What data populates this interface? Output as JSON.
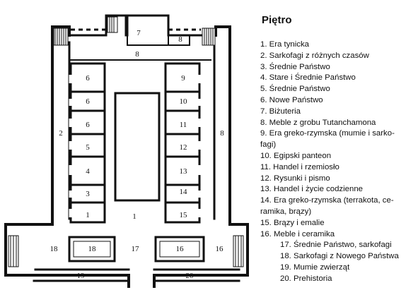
{
  "legend": {
    "title": "Piętro",
    "items": [
      "1. Era tynicka",
      "2. Sarkofagi z różnych czasów",
      "3. Średnie Państwo",
      "4. Stare i Średnie Państwo",
      "5. Średnie Państwo",
      "6. Nowe Państwo",
      "7. Biżuteria",
      "8. Meble z grobu Tutanchamona",
      "9. Era greko-rzymska (mumie i sarko-\nfagi)",
      "10. Egipski panteon",
      "11. Handel i rzemiosło",
      "12. Rysunki i pismo",
      "13. Handel i życie codzienne",
      "14. Era greko-rzymska (terrakota, ce-\nramika, brązy)",
      "15. Brązy i emalie",
      "16. Meble i ceramika",
      "17. Średnie Państwo, sarkofagi",
      "18. Sarkofagi z Nowego Państwa",
      "19. Mumie zwierząt",
      "20. Prehistoria"
    ]
  },
  "plan": {
    "labels": {
      "r1_left": "1",
      "r1_center": "1",
      "r2": "2",
      "r3": "3",
      "r4": "4",
      "r5": "5",
      "r6a": "6",
      "r6b": "6",
      "r6c": "6",
      "r7": "7",
      "r8_top": "8",
      "r8_right": "8",
      "r8_corner": "8",
      "r9": "9",
      "r10": "10",
      "r11": "11",
      "r12": "12",
      "r13": "13",
      "r14": "14",
      "r15": "15",
      "r16a": "16",
      "r16b": "16",
      "r17": "17",
      "r18a": "18",
      "r18b": "18",
      "r19": "19",
      "r20": "20"
    }
  }
}
